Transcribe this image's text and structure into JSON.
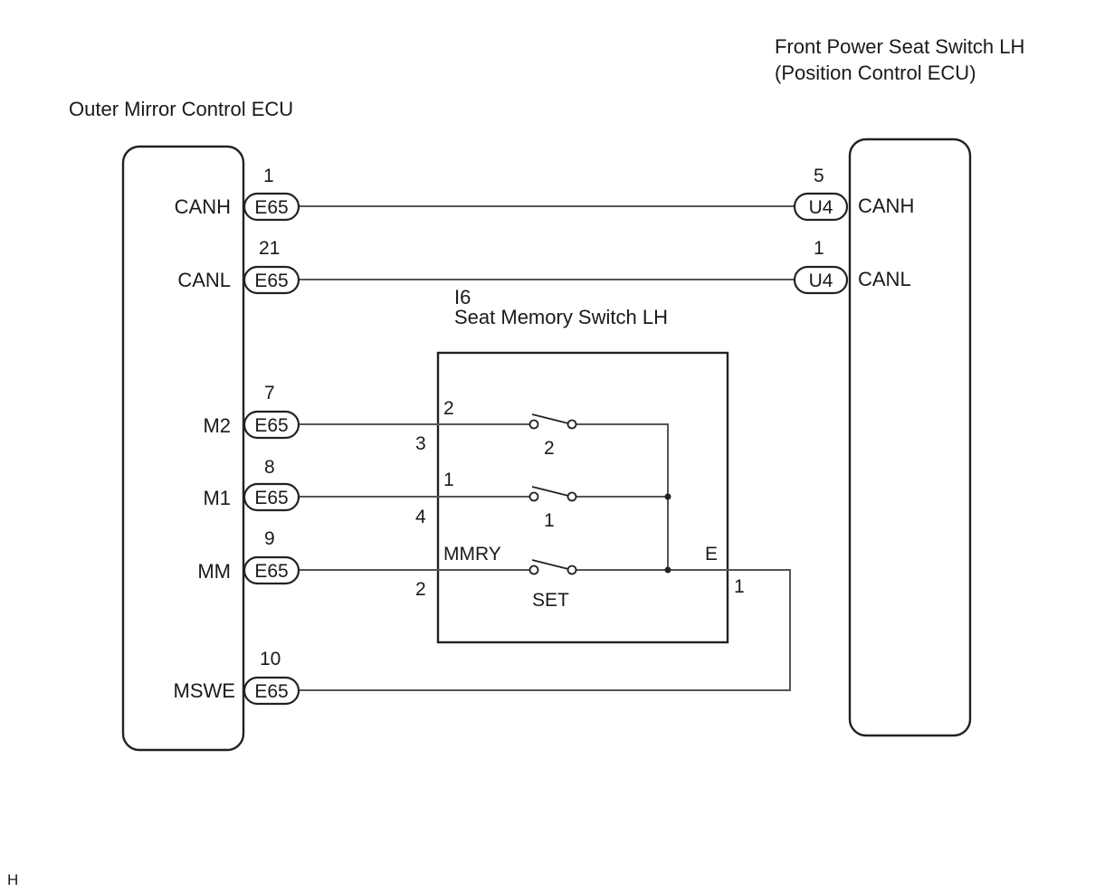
{
  "components": {
    "outer_mirror_ecu": {
      "title": "Outer Mirror Control ECU",
      "terminals": [
        {
          "name": "CANH",
          "connector": "E65",
          "pin": "1"
        },
        {
          "name": "CANL",
          "connector": "E65",
          "pin": "21"
        },
        {
          "name": "M2",
          "connector": "E65",
          "pin": "7"
        },
        {
          "name": "M1",
          "connector": "E65",
          "pin": "8"
        },
        {
          "name": "MM",
          "connector": "E65",
          "pin": "9"
        },
        {
          "name": "MSWE",
          "connector": "E65",
          "pin": "10"
        }
      ]
    },
    "front_power_seat_switch": {
      "title_line1": "Front Power Seat Switch LH",
      "title_line2": "(Position Control ECU)",
      "terminals": [
        {
          "name": "CANH",
          "connector": "U4",
          "pin": "5"
        },
        {
          "name": "CANL",
          "connector": "U4",
          "pin": "1"
        }
      ]
    },
    "seat_memory_switch": {
      "connector_id": "I6",
      "title": "Seat Memory Switch LH",
      "terminals": [
        {
          "name": "2",
          "pin": "3"
        },
        {
          "name": "1",
          "pin": "4"
        },
        {
          "name": "MMRY",
          "pin": "2"
        },
        {
          "name": "E",
          "pin": "1"
        }
      ],
      "switches": [
        {
          "label": "2"
        },
        {
          "label": "1"
        },
        {
          "label": "SET"
        }
      ]
    }
  },
  "footer": {
    "code": "H"
  }
}
